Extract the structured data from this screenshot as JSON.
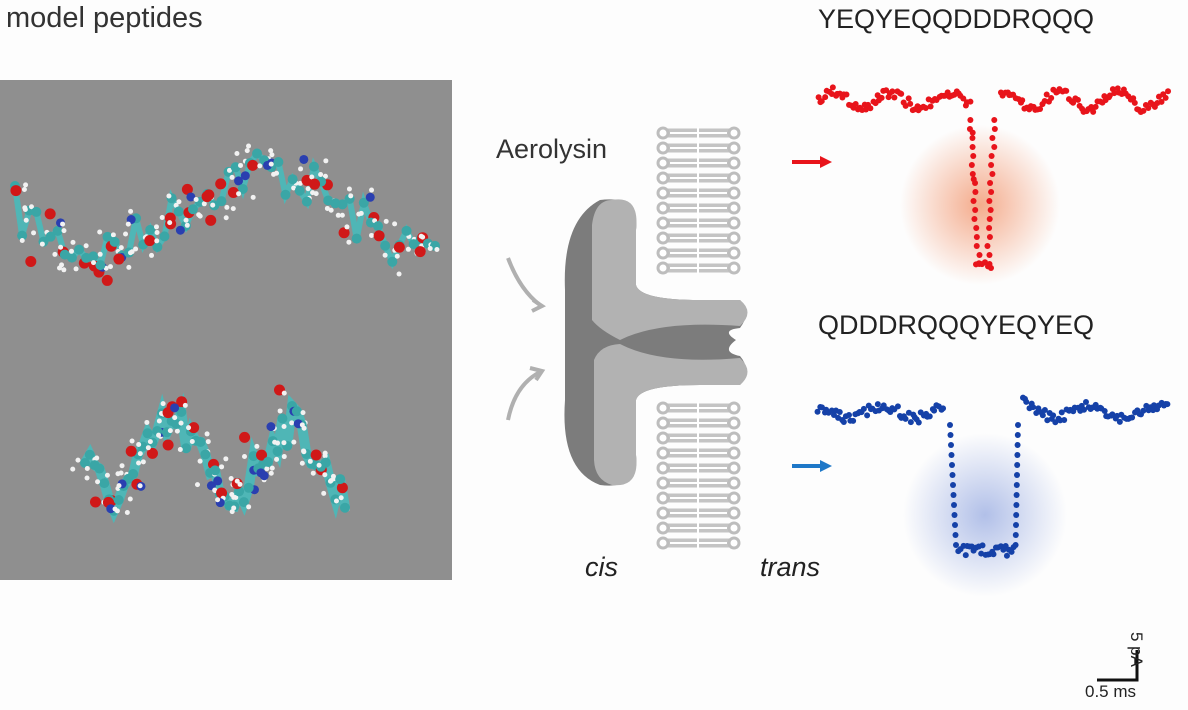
{
  "panel_title": "model peptides",
  "pore_label": "Aerolysin",
  "side_labels": {
    "cis": "cis",
    "trans": "trans"
  },
  "traces": [
    {
      "sequence": "YEQYEQQDDDRQQQ",
      "color": "#e8141b",
      "glow": "#f3a27f"
    },
    {
      "sequence": "QDDDRQQQYEQYEQ",
      "color": "#1541a8",
      "glow": "#a9b9e6"
    }
  ],
  "arrow_colors": {
    "top": "#e8141b",
    "bottom": "#1e78c8"
  },
  "scale_bar": {
    "x_label": "0.5 ms",
    "y_label": "5 pA"
  }
}
